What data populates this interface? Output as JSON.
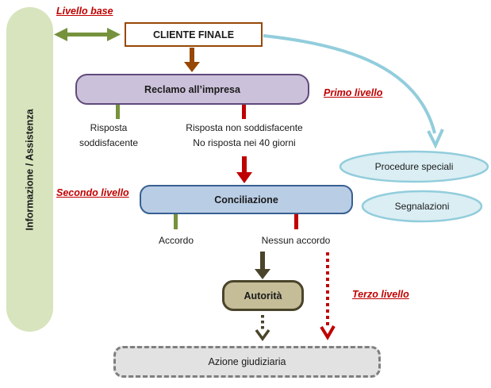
{
  "colors": {
    "red_accent": "#C00000",
    "olive_green": "#76923C",
    "light_green_bar": "#D7E4BD",
    "brown": "#974806",
    "purple_fill": "#CCC1DA",
    "purple_border": "#604A7B",
    "blue_fill": "#B9CDE5",
    "blue_border": "#376092",
    "aqua_fill": "#DAEEF3",
    "aqua_border": "#92CDDC",
    "tan_fill": "#C5BD98",
    "tan_border": "#4A442A",
    "gray_fill": "#E2E2E2",
    "gray_border": "#7F7F7F"
  },
  "sidebar": {
    "label": "Informazione / Assistenza"
  },
  "levels": {
    "base": "Livello base",
    "primo": "Primo livello",
    "secondo": "Secondo livello",
    "terzo": "Terzo livello"
  },
  "nodes": {
    "cliente_finale": "CLIENTE FINALE",
    "reclamo": "Reclamo all’impresa",
    "conciliazione": "Conciliazione",
    "autorita": "Autorità",
    "azione_giudiziaria": "Azione giudiziaria",
    "procedure_speciali": "Procedure speciali",
    "segnalazioni": "Segnalazioni"
  },
  "branches": {
    "risposta_soddisfacente": [
      "Risposta",
      "soddisfacente"
    ],
    "risposta_negativa": [
      "Risposta non soddisfacente",
      "No  risposta nei 40 giorni"
    ],
    "accordo": "Accordo",
    "nessun_accordo": "Nessun accordo"
  }
}
